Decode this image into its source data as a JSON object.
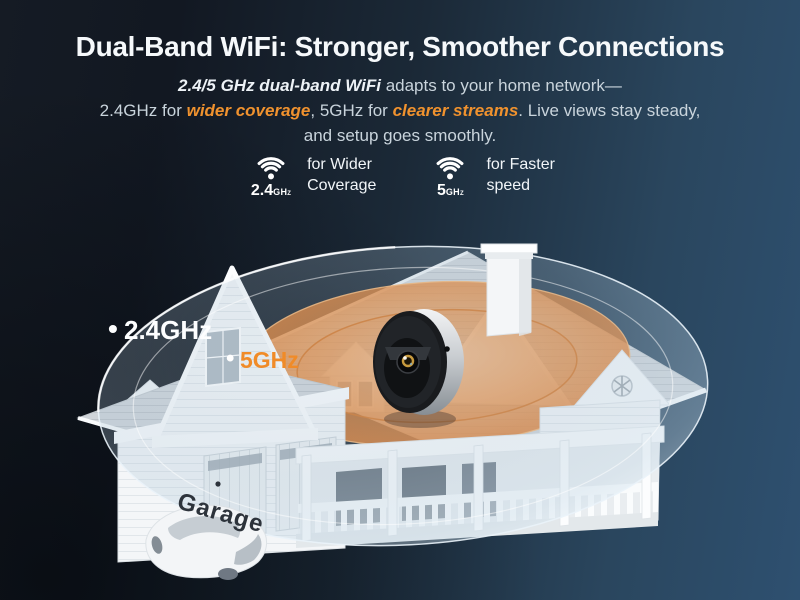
{
  "header": {
    "title": "Dual-Band WiFi: Stronger, Smoother Connections",
    "intro_bold": "2.4/5 GHz dual-band WiFi",
    "intro_rest": " adapts to your home network—",
    "line2_pre": "2.4GHz for ",
    "line2_highlight1": "wider coverage",
    "line2_mid": ", 5GHz for ",
    "line2_highlight2": "clearer streams",
    "line2_post": ". Live views stay steady,",
    "line3": "and setup goes smoothly."
  },
  "badges": [
    {
      "icon": "wifi-icon",
      "band_value": "2.4",
      "band_unit": "GHz",
      "label_line1": "for Wider",
      "label_line2": "Coverage"
    },
    {
      "icon": "wifi-icon",
      "band_value": "5",
      "band_unit": "GHz",
      "label_line1": "for Faster",
      "label_line2": "speed"
    }
  ],
  "diagram": {
    "zones": [
      {
        "bullet": "•",
        "label": "2.4GHz",
        "ring_color": "#EAF3F9",
        "fill_color": "#9FB9CE"
      },
      {
        "bullet": "•",
        "label": "5GHz",
        "ring_color": "#F8B46A",
        "fill_color": "#E8822F"
      }
    ],
    "garage_label": "Garage",
    "device": "wifi-camera"
  },
  "colors": {
    "background_left": "#10151D",
    "background_right": "#2C4D68",
    "accent_orange": "#F0922E",
    "title_text": "#F6F9FB",
    "body_text": "#C9D4DC"
  }
}
